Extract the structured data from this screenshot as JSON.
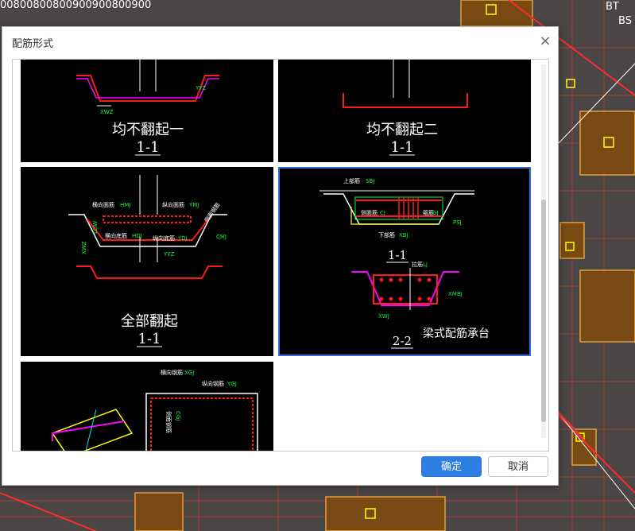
{
  "background": {
    "top_left_text": "00800800800900900800900",
    "top_right_text": "BT",
    "top_right_text2": "BS"
  },
  "dialog": {
    "title": "配筋形式",
    "close_symbol": "×"
  },
  "options": [
    {
      "caption": "均不翻起一",
      "section": "1-1",
      "labels": [
        "XWZ",
        "YYZ"
      ]
    },
    {
      "caption": "均不翻起二",
      "section": "1-1",
      "labels": []
    },
    {
      "caption": "全部翻起",
      "section": "1-1",
      "labels": [
        "横向面筋",
        "HMJ",
        "纵向面筋",
        "YMJ",
        "横向底筋",
        "HDJ",
        "纵向底筋",
        "YDJ",
        "侧面钢筋",
        "CMJ",
        "XWZ",
        "LDW",
        "YYZ"
      ]
    },
    {
      "caption": "梁式配筋承台",
      "section": "1-1",
      "section2": "2-2",
      "selected": true,
      "labels": [
        "上部筋",
        "SBJ",
        "侧面筋",
        "CJ",
        "箍筋",
        "GJ",
        "下部筋",
        "XBJ",
        "PSJ",
        "拉筋",
        "LJ",
        "XWJ",
        "XMBJ"
      ]
    },
    {
      "caption": "",
      "section": "",
      "labels": [
        "横向钢筋",
        "XGJ",
        "纵向钢筋",
        "YGJ",
        "侧面钢筋",
        "CGJ"
      ]
    }
  ],
  "buttons": {
    "ok": "确定",
    "cancel": "取消"
  },
  "colors": {
    "accent": "#2d7ee3",
    "selection_border": "#2f6fd6",
    "annotation_arrow": "#e53935",
    "cad_red": "#ff1a1a",
    "cad_magenta": "#ff00ff",
    "cad_green": "#00ff33",
    "cad_yellow": "#ffff00"
  }
}
